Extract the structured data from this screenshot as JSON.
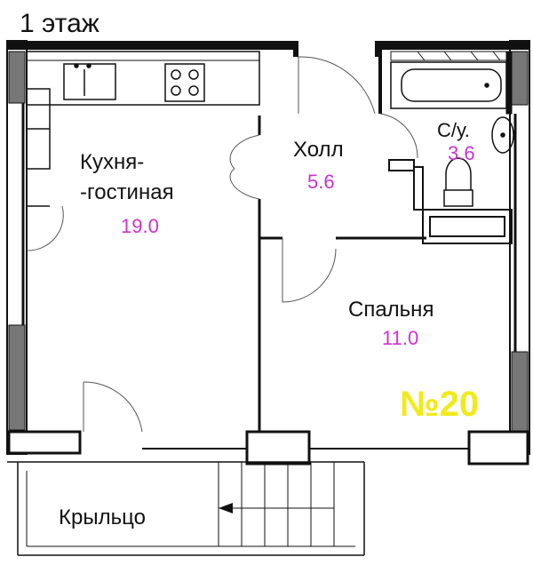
{
  "floor_label": "1 этаж",
  "apartment_number": "№20",
  "colors": {
    "wall": "#111111",
    "area_text": "#cc33cc",
    "number_text": "#f2ea1a",
    "label_text": "#111111"
  },
  "rooms": {
    "kitchen": {
      "name_line1": "Кухня-",
      "name_line2": "-гостиная",
      "area": "19.0"
    },
    "hall": {
      "name": "Холл",
      "area": "5.6"
    },
    "bathroom": {
      "name": "С/у.",
      "area": "3.6"
    },
    "bedroom": {
      "name": "Спальня",
      "area": "11.0"
    },
    "porch": {
      "name": "Крыльцо"
    }
  },
  "icons": [
    "sink-icon",
    "stove-icon",
    "bathtub-icon",
    "toilet-icon",
    "washbasin-icon",
    "stair-arrow-icon"
  ]
}
